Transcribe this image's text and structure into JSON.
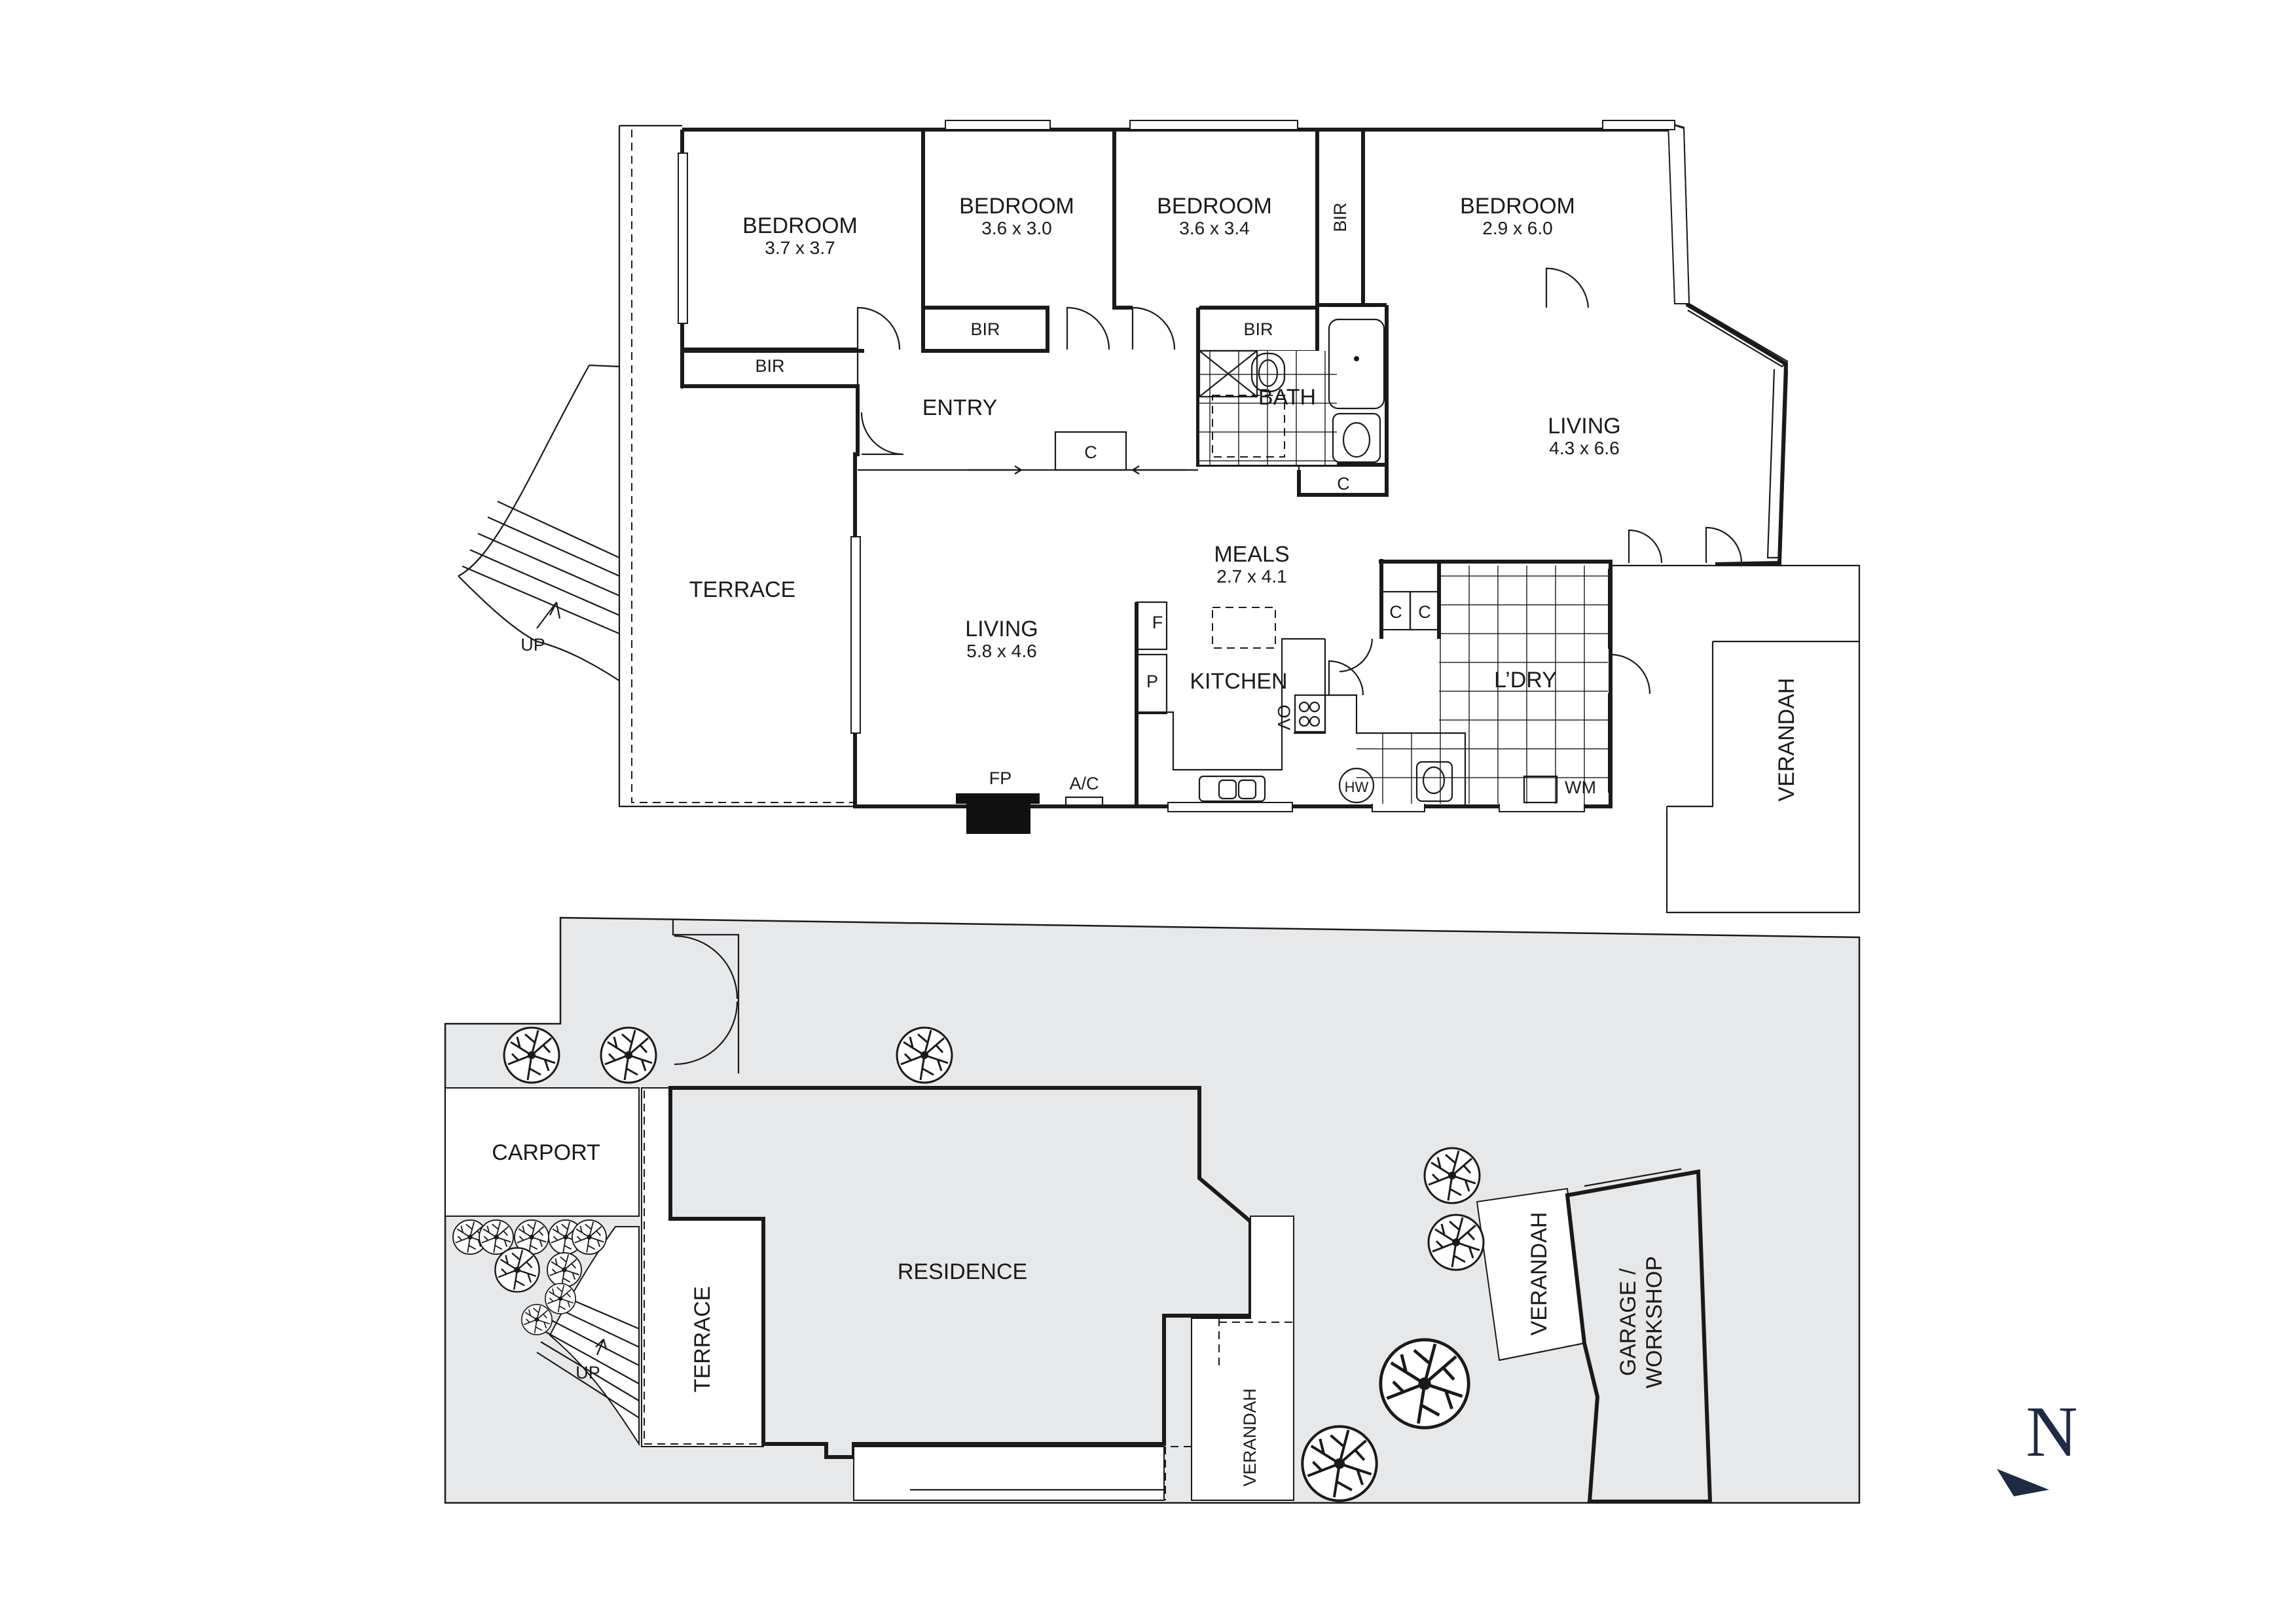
{
  "floor_plan": {
    "rooms": {
      "bedroom1": {
        "name": "BEDROOM",
        "dims": "3.7 x 3.7"
      },
      "bedroom2": {
        "name": "BEDROOM",
        "dims": "3.6 x 3.0"
      },
      "bedroom3": {
        "name": "BEDROOM",
        "dims": "3.6 x 3.4"
      },
      "bedroom4": {
        "name": "BEDROOM",
        "dims": "2.9 x 6.0"
      },
      "living_main": {
        "name": "LIVING",
        "dims": "5.8 x 4.6"
      },
      "living_rear": {
        "name": "LIVING",
        "dims": "4.3 x 6.6"
      },
      "meals": {
        "name": "MEALS",
        "dims": "2.7 x 4.1"
      },
      "entry": {
        "name": "ENTRY"
      },
      "bath": {
        "name": "BATH"
      },
      "kitchen": {
        "name": "KITCHEN"
      },
      "laundry": {
        "name": "L’DRY"
      },
      "terrace": {
        "name": "TERRACE"
      },
      "verandah": {
        "name": "VERANDAH"
      }
    },
    "fixtures": {
      "bir": "BIR",
      "cupboard": "C",
      "fridge": "F",
      "pantry": "P",
      "oven": "OV",
      "fireplace": "FP",
      "aircon": "A/C",
      "hot_water": "HW",
      "washing_machine": "WM",
      "stairs_up": "UP"
    }
  },
  "site_plan": {
    "carport": "CARPORT",
    "residence": "RESIDENCE",
    "terrace": "TERRACE",
    "verandah_front": "VERANDAH",
    "verandah_garage": "VERANDAH",
    "garage_line1": "GARAGE /",
    "garage_line2": "WORKSHOP",
    "stairs_up": "UP"
  },
  "compass": {
    "letter": "N"
  },
  "colors": {
    "ink": "#1a1a1a",
    "site_fill": "#e7e8ea",
    "compass": "#1f2a44",
    "fireplace": "#111111"
  }
}
